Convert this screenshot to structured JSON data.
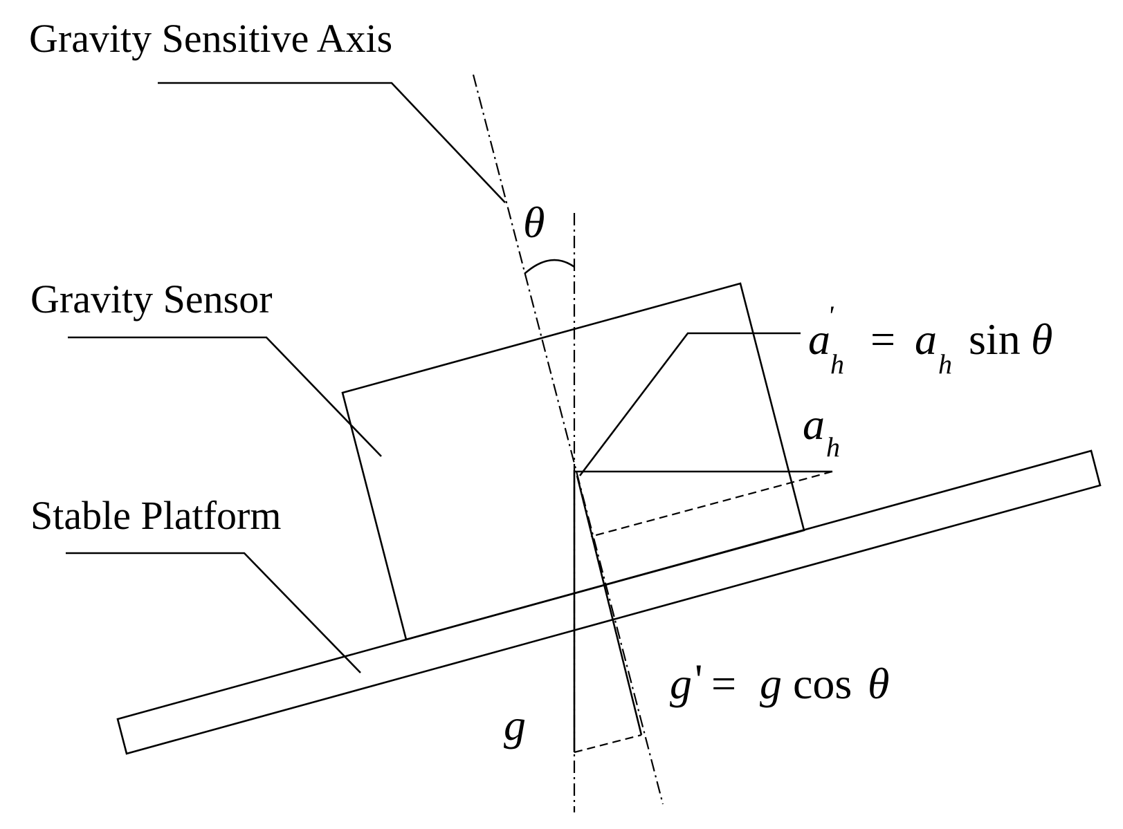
{
  "labels": {
    "gravity_sensitive_axis": "Gravity Sensitive Axis",
    "gravity_sensor": "Gravity Sensor",
    "stable_platform": "Stable Platform",
    "theta": "θ",
    "a": "a",
    "h": "h",
    "prime": "'",
    "equals": "=",
    "sin": "sin",
    "cos": "cos",
    "g": "g"
  }
}
